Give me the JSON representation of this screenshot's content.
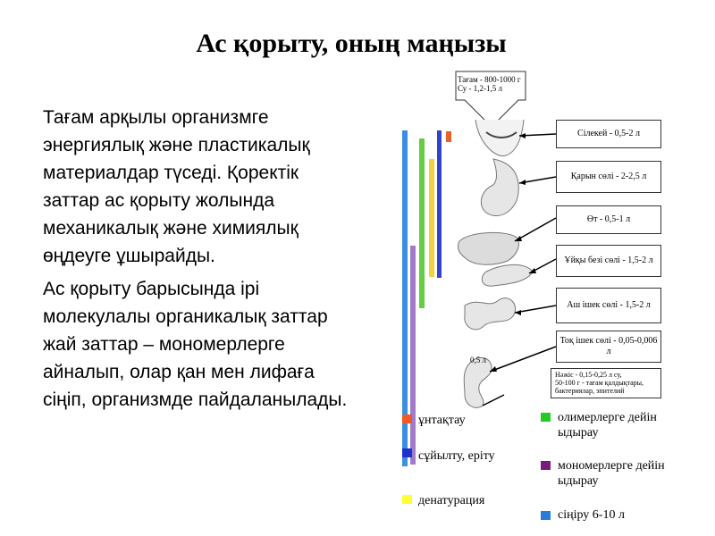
{
  "title": "Ас қорыту, оның маңызы",
  "paragraphs": [
    "Тағам арқылы организмге энергиялық және пластикалық материалдар түседі. Қоректік заттар ас қорыту жолында механикалық және химиялық өңдеуге ұшырайды.",
    "Ас қорыту барысында ірі молекулалы органикалық заттар жай заттар – мономерлерге айналып, олар қан мен лифаға сіңіп, организмде пайдаланылады."
  ],
  "figure": {
    "intake": {
      "food": "Тағам - 800-1000 г",
      "water": "Су - 1,2-1,5 л"
    },
    "labels": [
      "Сілекей - 0,5-2 л",
      "Қарын сөлі - 2-2,5 л",
      "Өт - 0,5-1 л",
      "Ұйқы безі сөлі - 1,5-2 л",
      "Аш ішек сөлі - 1,5-2 л",
      "Тоқ ішек сөлі - 0,05-0,006 л"
    ],
    "output_line1": "Нәжіс - 0,15-0,25 л су,",
    "output_line2": "50-100 г - тағам қалдықтары,",
    "output_line3": "бактериялар, эпителий",
    "volume_mark": "0,5 л"
  },
  "legend": [
    {
      "label": "ұнтақтау",
      "color": "#f05a28"
    },
    {
      "label": "олимерлерге дейін ыдырау",
      "color": "#22cc22"
    },
    {
      "label": "сұйылту, еріту",
      "color": "#1f33cc"
    },
    {
      "label": "мономерлерге дейін ыдырау",
      "color": "#7a1a7a"
    },
    {
      "label": "денатурация",
      "color": "#ffff33"
    },
    {
      "label": "сіңіру 6-10 л",
      "color": "#2a7ad8"
    }
  ],
  "bar_colors": {
    "blue": "#3b8fe0",
    "purple": "#a07cc8",
    "green": "#66cc44",
    "yellow": "#f2d23a",
    "darkblue": "#3344cc",
    "orange": "#e8602a"
  }
}
